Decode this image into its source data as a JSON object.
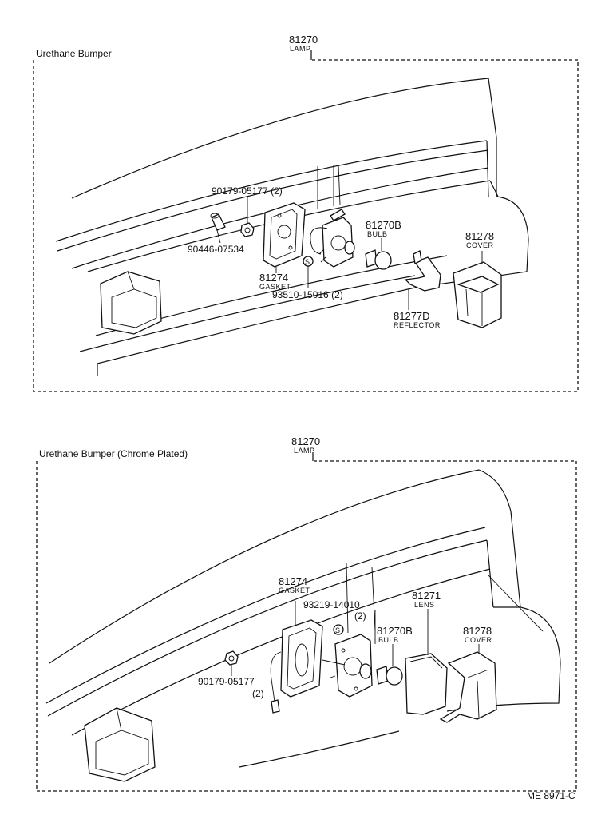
{
  "diagram_code": "ME 8971-C",
  "panels": [
    {
      "title": "Urethane Bumper",
      "assembly": {
        "part": "81270",
        "name": "LAMP"
      },
      "labels": [
        {
          "id": "screw_top",
          "text": "90179-05177 (2)"
        },
        {
          "id": "clip",
          "text": "90446-07534"
        },
        {
          "id": "gasket_part",
          "text": "81274"
        },
        {
          "id": "gasket_name",
          "text": "GASKET"
        },
        {
          "id": "screw_s",
          "text": "93510-15016 (2)"
        },
        {
          "id": "bulb_part",
          "text": "81270B"
        },
        {
          "id": "bulb_name",
          "text": "BULB"
        },
        {
          "id": "cover_part",
          "text": "81278"
        },
        {
          "id": "cover_name",
          "text": "COVER"
        },
        {
          "id": "reflector_part",
          "text": "81277D"
        },
        {
          "id": "reflector_name",
          "text": "REFLECTOR"
        }
      ]
    },
    {
      "title": "Urethane Bumper (Chrome Plated)",
      "assembly": {
        "part": "81270",
        "name": "LAMP"
      },
      "labels": [
        {
          "id": "gasket_part",
          "text": "81274"
        },
        {
          "id": "gasket_name",
          "text": "GASKET"
        },
        {
          "id": "screw_s",
          "text": "93219-14010"
        },
        {
          "id": "screw_s_qty",
          "text": "(2)"
        },
        {
          "id": "lens_part",
          "text": "81271"
        },
        {
          "id": "lens_name",
          "text": "LENS"
        },
        {
          "id": "bulb_part",
          "text": "81270B"
        },
        {
          "id": "bulb_name",
          "text": "BULB"
        },
        {
          "id": "cover_part",
          "text": "81278"
        },
        {
          "id": "cover_name",
          "text": "COVER"
        },
        {
          "id": "nut",
          "text": "90179-05177"
        },
        {
          "id": "nut_qty",
          "text": "(2)"
        }
      ]
    }
  ],
  "symbols": {
    "screw_marker": "S"
  }
}
